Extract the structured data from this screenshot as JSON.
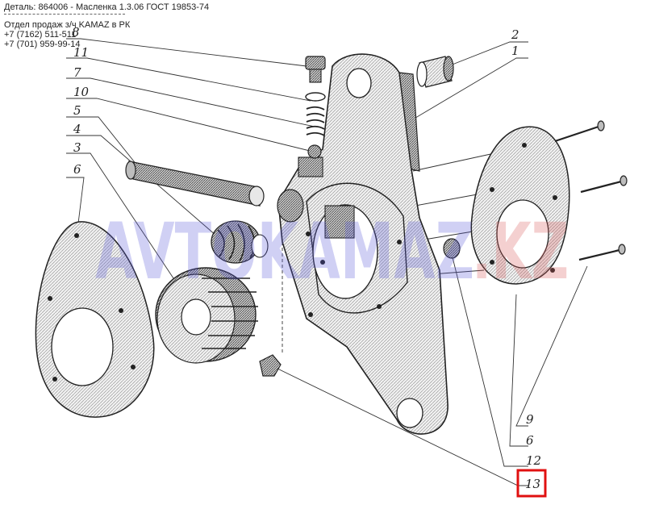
{
  "header": {
    "detail": "Деталь: 864006 - Масленка 1.3.06 ГОСТ 19853-74",
    "dept": "Отдел продаж з/ч KAMAZ в РК",
    "phone1": "+7 (7162) 511-511",
    "phone2": "+7 (701) 959-99-14"
  },
  "watermark": {
    "main": "AVTOKAMAZ",
    "suffix": ".KZ"
  },
  "callouts": {
    "c8": "8",
    "c11": "11",
    "c7": "7",
    "c10": "10",
    "c5": "5",
    "c4": "4",
    "c3": "3",
    "c6a": "6",
    "c2": "2",
    "c1": "1",
    "c9": "9",
    "c6b": "6",
    "c12": "12",
    "c13": "13"
  },
  "highlight": {
    "label": "13",
    "color": "#e01010"
  }
}
